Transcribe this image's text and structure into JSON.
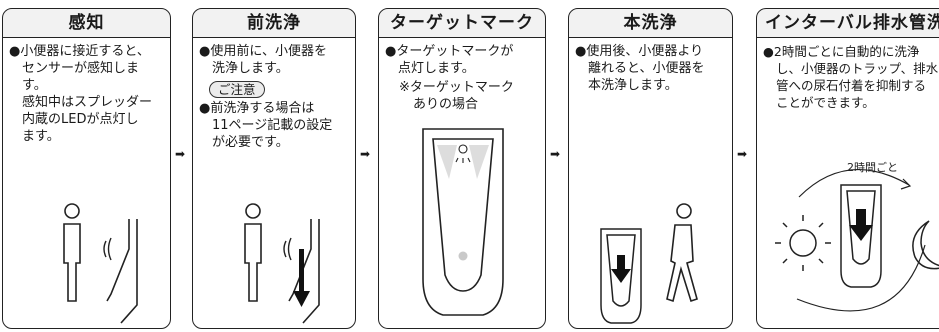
{
  "panels": [
    {
      "title": "感知",
      "lines": [
        {
          "bullet": "●",
          "text": "小便器に接近すると、"
        },
        {
          "text": "センサーが感知しま"
        },
        {
          "text": "す。"
        },
        {
          "text": "感知中はスプレッダー"
        },
        {
          "text": "内蔵のLEDが点灯し"
        },
        {
          "text": "ます。"
        }
      ]
    },
    {
      "title": "前洗浄",
      "lines": [
        {
          "bullet": "●",
          "text": "使用前に、小便器を"
        },
        {
          "text": "洗浄します。"
        }
      ],
      "badge": "ご注意",
      "lines2": [
        {
          "bullet": "●",
          "text": "前洗浄する場合は"
        },
        {
          "text": "11ページ記載の設定"
        },
        {
          "text": "が必要です。"
        }
      ]
    },
    {
      "title": "ターゲットマーク",
      "lines": [
        {
          "bullet": "●",
          "text": "ターゲットマークが"
        },
        {
          "text": "点灯します。"
        }
      ],
      "note": [
        "※ターゲットマーク",
        "ありの場合"
      ]
    },
    {
      "title": "本洗浄",
      "lines": [
        {
          "bullet": "●",
          "text": "使用後、小便器より"
        },
        {
          "text": "離れると、小便器を"
        },
        {
          "text": "本洗浄します。"
        }
      ]
    },
    {
      "title": "インターバル排水管洗浄",
      "lines": [
        {
          "bullet": "●",
          "text": "2時間ごとに自動的に洗浄"
        },
        {
          "text": "し、小便器のトラップ、排水"
        },
        {
          "text": "管への尿石付着を抑制する"
        },
        {
          "text": "ことができます。"
        }
      ],
      "cycle_label": "2時間ごと"
    }
  ],
  "arrows": [
    "➡",
    "➡",
    "➡",
    "➡"
  ],
  "icons": {
    "person": "person-icon",
    "sensor_waves": "sensor-waves-icon",
    "flush_arrow": "down-arrow-icon",
    "sun": "sun-icon",
    "moon": "moon-icon"
  },
  "colors": {
    "led": "#c9c9c9",
    "border": "#222222",
    "title_bg": "#f2f2f2"
  }
}
